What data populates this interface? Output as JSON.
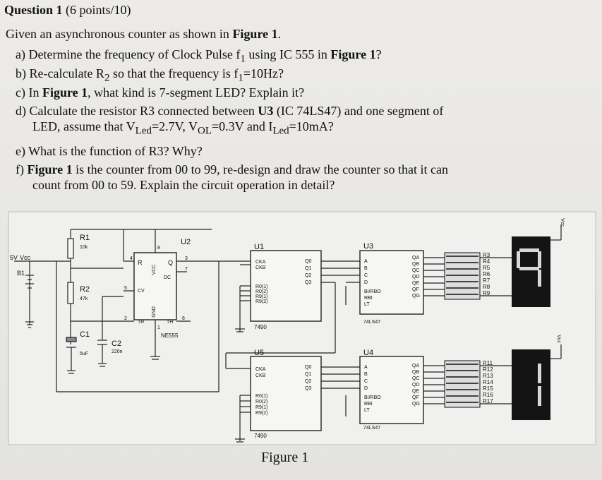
{
  "header": {
    "question": "Question 1",
    "points": "(6 points/10)"
  },
  "intro": {
    "pre": "Given an asynchronous counter as shown in ",
    "ref": "Figure 1",
    "post": "."
  },
  "questions": {
    "a": {
      "pre": "a) Determine the frequency of Clock Pulse f",
      "sub": "1",
      "mid": " using IC 555 in ",
      "ref": "Figure 1",
      "post": "?"
    },
    "b": {
      "pre": "b) Re-calculate R",
      "sub": "2",
      "mid": " so that the frequency is f",
      "sub2": "1",
      "post": "=10Hz?"
    },
    "c": {
      "pre": "c) In ",
      "ref": "Figure 1",
      "post": ", what kind is 7-segment LED? Explain it?"
    },
    "d": {
      "pre": "d) Calculate the resistor R3 connected between ",
      "u3": "U3",
      "mid": " (IC 74LS47) and one segment of",
      "line2_pre": "LED, assume that V",
      "sub_led": "Led",
      "v_led": "=2.7V, V",
      "sub_ol": "OL",
      "v_ol": "=0.3V and I",
      "sub_iled": "Led",
      "i_led": "=10mA?"
    },
    "e": {
      "text": "e) What is the function of R3? Why?"
    },
    "f": {
      "pre": "f) ",
      "ref": "Figure 1",
      "post": " is the counter from 00 to 99, re-design and draw the counter so that it can",
      "line2": "count from 00 to 59. Explain the circuit operation in detail?"
    }
  },
  "figure_caption": "Figure 1",
  "circuit": {
    "supply": "5V",
    "vcc": "Vcc",
    "battery": "B1",
    "r1": "R1",
    "r1_val": "10k",
    "r2": "R2",
    "r2_val": "47k",
    "c1": "C1",
    "c1_val": "5uF",
    "c2": "C2",
    "c2_val": "220n",
    "u2": "U2",
    "u2_part": "NE555",
    "u2_pins": {
      "r": "R",
      "q": "Q",
      "dc": "DC",
      "cv": "CV",
      "tr": "TR",
      "th": "TH",
      "vcc": "VCC",
      "gnd": "GND"
    },
    "u2_pin_nums": {
      "r": "4",
      "vcc": "8",
      "q": "3",
      "dc": "7",
      "cv": "5",
      "tr": "2",
      "th": "6",
      "gnd": "1"
    },
    "u1": "U1",
    "u5": "U5",
    "counter_part": "7490",
    "counter_inputs": [
      "CKA",
      "CKB"
    ],
    "counter_resets": [
      "R0(1)",
      "R0(2)",
      "R9(1)",
      "R9(2)"
    ],
    "counter_outputs": [
      "Q0",
      "Q1",
      "Q2",
      "Q3"
    ],
    "u3": "U3",
    "u4": "U4",
    "decoder_part": "74LS47",
    "decoder_inputs": [
      "A",
      "B",
      "C",
      "D"
    ],
    "decoder_controls": [
      "BI/RBO",
      "RBI",
      "LT"
    ],
    "decoder_outputs": [
      "QA",
      "QB",
      "QC",
      "QD",
      "QE",
      "QF",
      "QG"
    ],
    "res_top": [
      "R3",
      "R4",
      "R5",
      "R6",
      "R7",
      "R8",
      "R9"
    ],
    "res_bot": [
      "R11",
      "R12",
      "R13",
      "R14",
      "R15",
      "R16",
      "R17"
    ],
    "vcc_right": "Vcc",
    "digit_top": "9",
    "digit_bottom": "1"
  }
}
